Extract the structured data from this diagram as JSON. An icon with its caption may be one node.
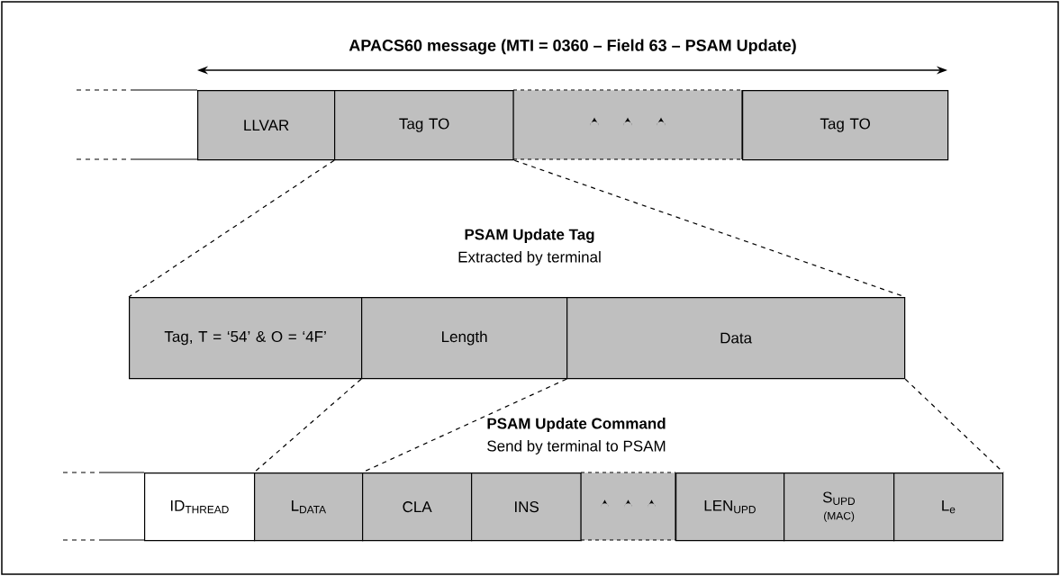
{
  "diagram": {
    "title": "APACS60 message (MTI = 0360 – Field 63 – PSAM Update)",
    "nodes": [
      {
        "text": [
          "LLVAR"
        ]
      },
      {
        "text": [
          "Tag TO"
        ]
      },
      {
        "text": [],
        "shape": "box"
      },
      {
        "text": [
          "Tag TO"
        ]
      },
      {
        "text": [
          "Tag, T = ‘54’ & O = ‘4F’"
        ]
      },
      {
        "text": [
          "Length"
        ]
      },
      {
        "text": [
          "Data"
        ]
      },
      {
        "text": [
          "ID$_{THREAD}$"
        ]
      },
      {
        "text": [
          "L$_{DATA}$"
        ]
      },
      {
        "text": [
          "CLA"
        ]
      },
      {
        "text": [
          "INS"
        ]
      },
      {
        "text": [],
        "shape": "box"
      },
      {
        "text": [
          "LEN$_{UPD}$"
        ]
      },
      {
        "text": [
          "S$_{UPD}$",
          "(MAC)"
        ]
      },
      {
        "text": [
          "L$_{e}$"
        ]
      }
    ],
    "edges": [
      {
        "from": 1,
        "to": 4,
        "arrow": "none",
        "style": "dashed"
      },
      {
        "from": 1,
        "to": 6,
        "arrow": "none",
        "style": "dashed"
      },
      {
        "from": 5,
        "to": 8,
        "arrow": "none",
        "style": "dashed"
      },
      {
        "from": 6,
        "to": 9,
        "arrow": "none",
        "style": "dashed"
      },
      {
        "from": 6,
        "to": 14,
        "arrow": "none",
        "style": "dashed"
      }
    ],
    "labels": [
      "PSAM Update Tag",
      "Extracted by terminal",
      "PSAM Update Command",
      "Send by terminal to PSAM"
    ]
  }
}
